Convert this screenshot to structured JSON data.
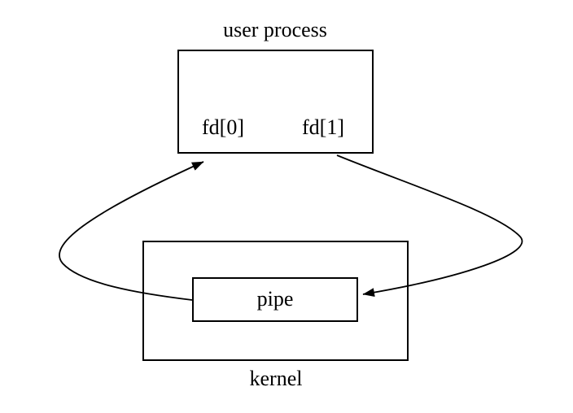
{
  "colors": {
    "line": "#000000",
    "text": "#000000",
    "background": "#ffffff"
  },
  "diagram": {
    "user_process": {
      "label": "user process",
      "fd0_label": "fd[0]",
      "fd1_label": "fd[1]"
    },
    "pipe": {
      "label": "pipe"
    },
    "kernel": {
      "label": "kernel"
    },
    "arrows": [
      {
        "from": "pipe",
        "to": "fd[0]"
      },
      {
        "from": "fd[1]",
        "to": "pipe"
      }
    ]
  }
}
